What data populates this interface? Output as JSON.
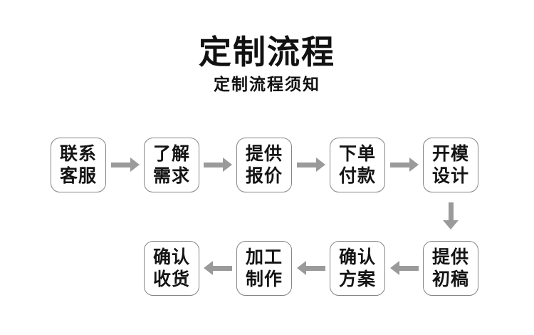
{
  "page": {
    "title": "定制流程",
    "subtitle": "定制流程须知"
  },
  "flow": {
    "row1": [
      {
        "label": "联系客服",
        "line1": "联系",
        "line2": "客服"
      },
      {
        "label": "了解需求",
        "line1": "了解",
        "line2": "需求"
      },
      {
        "label": "提供报价",
        "line1": "提供",
        "line2": "报价"
      },
      {
        "label": "下单付款",
        "line1": "下单",
        "line2": "付款"
      },
      {
        "label": "开模设计",
        "line1": "开模",
        "line2": "设计"
      }
    ],
    "row2": [
      {
        "label": "提供初稿",
        "line1": "提供",
        "line2": "初稿"
      },
      {
        "label": "确认方案",
        "line1": "确认",
        "line2": "方案"
      },
      {
        "label": "加工制作",
        "line1": "加工",
        "line2": "制作"
      },
      {
        "label": "确认收货",
        "line1": "确认",
        "line2": "收货"
      }
    ],
    "direction_row1": "left-to-right",
    "direction_row2": "right-to-left"
  },
  "colors": {
    "background": "#ffffff",
    "text": "#111111",
    "box_border": "#858585",
    "arrow": "#9a9a9a"
  }
}
